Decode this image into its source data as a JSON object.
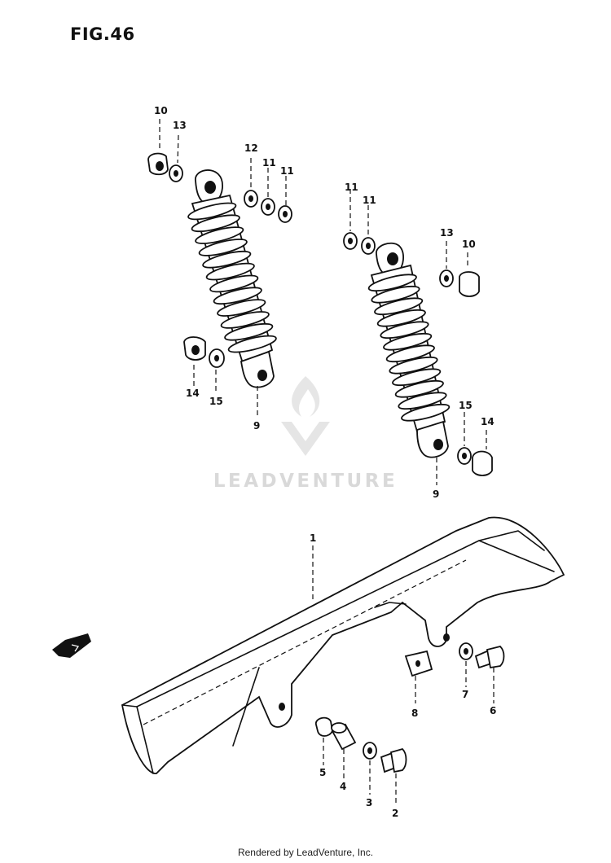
{
  "figure_title": "FIG.46",
  "watermark": "LEADVENTURE",
  "footer": "Rendered by LeadVenture, Inc.",
  "callouts": {
    "left_shock": {
      "c10": "10",
      "c13": "13",
      "c12": "12",
      "c11a": "11",
      "c11b": "11",
      "c14": "14",
      "c15": "15",
      "c9": "9"
    },
    "right_shock": {
      "c11a": "11",
      "c11b": "11",
      "c13": "13",
      "c10": "10",
      "c15": "15",
      "c14": "14",
      "c9": "9"
    },
    "chain_case": {
      "c1": "1",
      "c8": "8",
      "c7": "7",
      "c6": "6",
      "c5": "5",
      "c4": "4",
      "c3": "3",
      "c2": "2"
    }
  }
}
